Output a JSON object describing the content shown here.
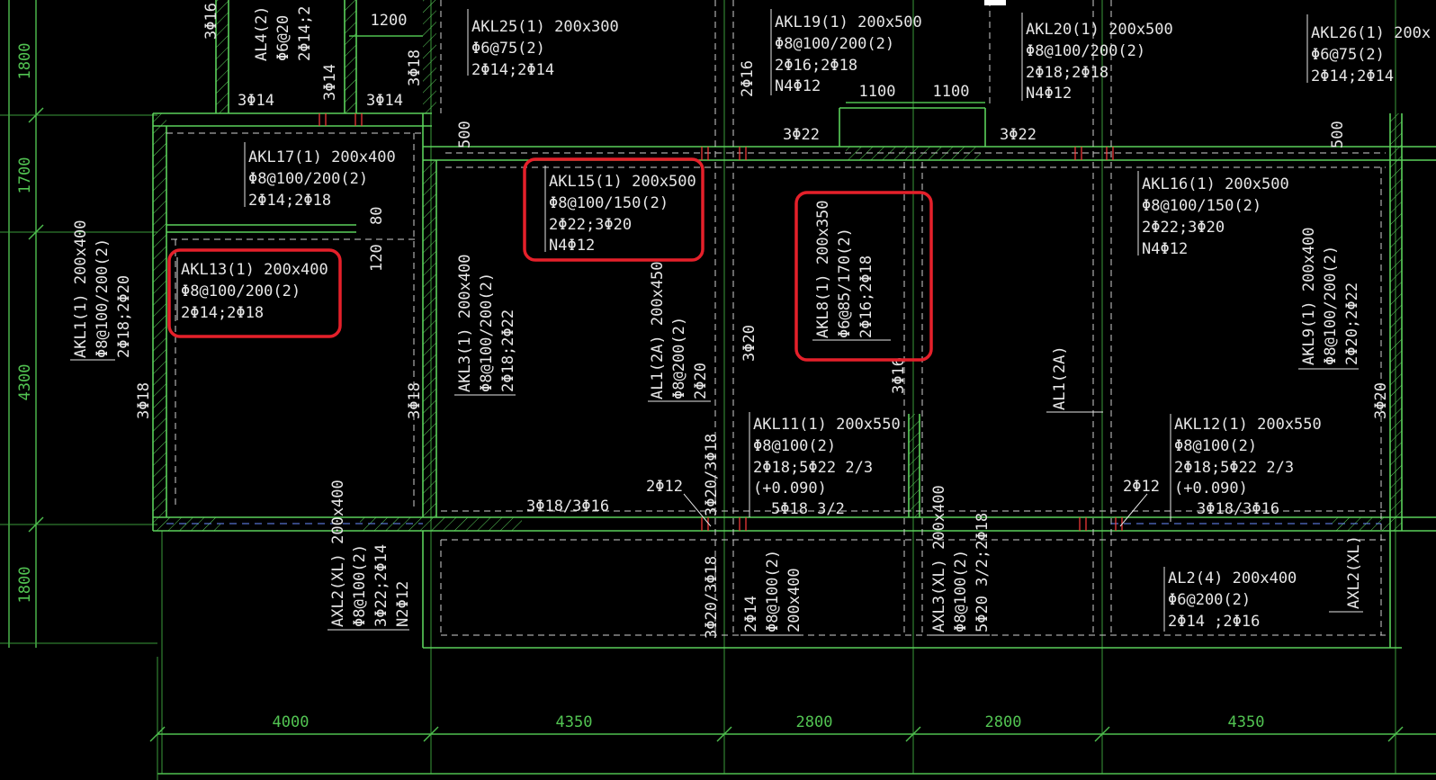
{
  "colors": {
    "background": "#000000",
    "structure": "#5bd05b",
    "text": "#e6e6e6",
    "highlight": "#e5202a"
  },
  "dims_bottom": [
    "4000",
    "4350",
    "2800",
    "2800",
    "4350"
  ],
  "dims_left": [
    "1800",
    "1700",
    "4300",
    "1800"
  ],
  "dims_top": [
    "1200",
    "1100",
    "1100"
  ],
  "beams": {
    "akl25": [
      "AKL25(1) 200x300",
      "Φ6@75(2)",
      "2Φ14;2Φ14"
    ],
    "akl19": [
      "AKL19(1) 200x500",
      "Φ8@100/200(2)",
      "2Φ16;2Φ18",
      "N4Φ12"
    ],
    "akl20": [
      "AKL20(1) 200x500",
      "Φ8@100/200(2)",
      "2Φ18;2Φ18",
      "N4Φ12"
    ],
    "akl26": [
      "AKL26(1) 200x",
      "Φ6@75(2)",
      "2Φ14;2Φ14"
    ],
    "al4": [
      "AL4(2)",
      "Φ6@20",
      "2Φ14;2"
    ],
    "akl17": [
      "AKL17(1) 200x400",
      "Φ8@100/200(2)",
      "2Φ14;2Φ18"
    ],
    "akl15": [
      "AKL15(1) 200x500",
      "Φ8@100/150(2)",
      "2Φ22;3Φ20",
      "N4Φ12"
    ],
    "akl16": [
      "AKL16(1) 200x500",
      "Φ8@100/150(2)",
      "2Φ22;3Φ20",
      "N4Φ12"
    ],
    "akl13": [
      "AKL13(1) 200x400",
      "Φ8@100/200(2)",
      "2Φ14;2Φ18"
    ],
    "akl11": [
      "AKL11(1) 200x550",
      "Φ8@100(2)",
      "2Φ18;5Φ22 2/3",
      "(+0.090)",
      "5Φ18 3/2"
    ],
    "akl12": [
      "AKL12(1) 200x550",
      "Φ8@100(2)",
      "2Φ18;5Φ22 2/3",
      "(+0.090)",
      "3Φ18/3Φ16"
    ],
    "al2": [
      "AL2(4) 200x400",
      "Φ6@200(2)",
      "2Φ14 ;2Φ16"
    ]
  },
  "vbeams": {
    "akl1": [
      "AKL1(1) 200x400",
      "Φ8@100/200(2)",
      "2Φ18;2Φ20"
    ],
    "akl3": [
      "AKL3(1) 200x400",
      "Φ8@100/200(2)",
      "2Φ18;2Φ22"
    ],
    "al1a": [
      "AL1(2A) 200x450",
      "Φ8@200(2)",
      "2Φ20"
    ],
    "akl8": [
      "AKL8(1) 200x350",
      "Φ6@85/170(2)",
      "2Φ16;2Φ18"
    ],
    "al1b": [
      "AL1(2A)"
    ],
    "akl9": [
      "AKL9(1) 200x400",
      "Φ8@100/200(2)",
      "2Φ20;2Φ22"
    ],
    "axl2": [
      "AXL2(XL) 200x400",
      "Φ8@100(2)",
      "3Φ22;2Φ14",
      "N2Φ12"
    ],
    "axl3": [
      "AXL3(XL) 200x400",
      "Φ8@100(2)",
      "5Φ20 3/2;2Φ18"
    ],
    "b2814": [
      "2Φ14",
      "Φ8@100(2)",
      "200x400"
    ],
    "axl2r": [
      "AXL2(XL)"
    ]
  },
  "rebar": {
    "r3f16top": "3Φ16",
    "r3f14a": "3Φ14",
    "r3f14b": "3Φ14",
    "r3f14v": "3Φ14",
    "r3f18v_top": "3Φ18",
    "r2f16": "2Φ16",
    "r3f22a": "3Φ22",
    "r3f22b": "3Φ22",
    "r500a": "500",
    "r500b": "500",
    "r120": "120",
    "r80": "80",
    "r3f18_left": "3Φ18",
    "r3f18_mid": "3Φ18",
    "r3f20_mid": "3Φ20",
    "r3f16_mid": "3Φ16",
    "r3f20_right": "3Φ20",
    "r2f12a": "2Φ12",
    "r2f12b": "2Φ12",
    "r3f18_3f16": "3Φ18/3Φ16",
    "r3f20_3f18a": "3Φ20/3Φ18",
    "r3f20_3f18b": "3Φ20/3Φ18"
  }
}
